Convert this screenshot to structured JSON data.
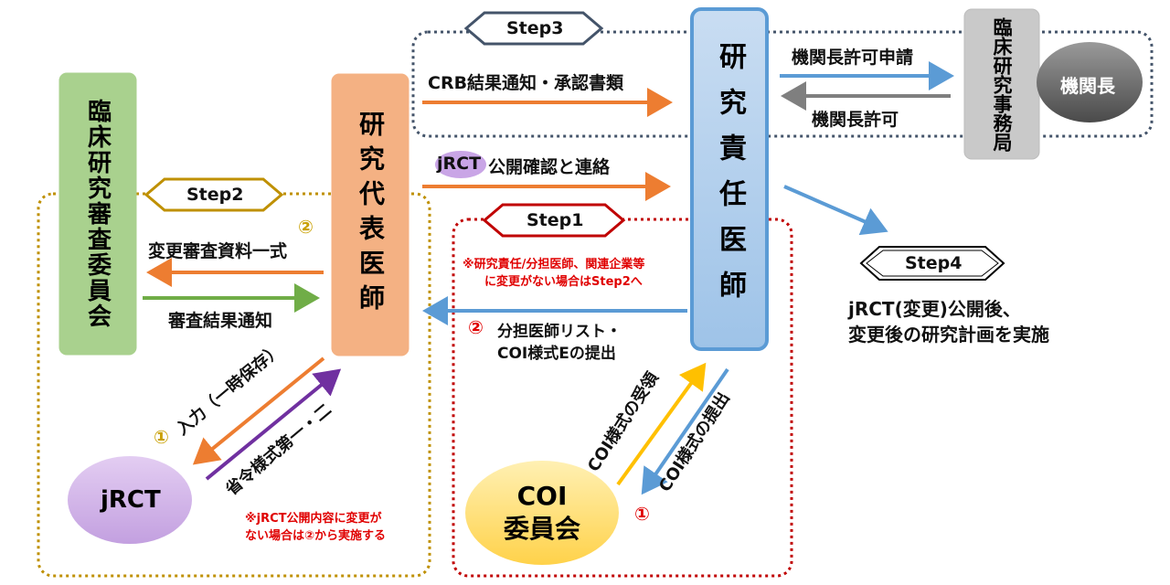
{
  "steps": {
    "step1": "Step1",
    "step2": "Step2",
    "step3": "Step3",
    "step4": "Step4"
  },
  "entities": {
    "committee": "臨床研究審査委員会",
    "representative_doctor": "研究代表医師",
    "responsible_doctor": "研究責任医師",
    "office": "臨床研究事務局",
    "director": "機関長",
    "jrct": "jRCT",
    "coi_line1": "COI",
    "coi_line2": "委員会"
  },
  "arrows": {
    "crb_notice": "CRB結果通知・承認書類",
    "director_request": "機関長許可申請",
    "director_permission": "機関長許可",
    "jrct_confirm_badge": "jRCT",
    "jrct_confirm_rest": "公開確認と連絡",
    "change_docs": "変更審査資料一式",
    "review_result": "審査結果通知",
    "list_submit_line1": "分担医師リスト・",
    "list_submit_line2": "COI様式Eの提出",
    "coi_receive": "COI様式の受領",
    "coi_submit": "COI様式の提出",
    "input_temp": "入力（一時保存）",
    "ministry_form": "省令様式第一・二"
  },
  "markers": {
    "circle1": "①",
    "circle2": "②"
  },
  "notes": {
    "step1_note_line1": "※研究責任/分担医師、関連企業等",
    "step1_note_line2": "に変更がない場合はStep2へ",
    "jrct_note_line1": "※jRCT公開内容に変更が",
    "jrct_note_line2": "ない場合は②から実施する",
    "step4_line1": "jRCT(変更)公開後、",
    "step4_line2": "変更後の研究計画を実施"
  },
  "colors": {
    "orange": "#ed7d31",
    "blue": "#5b9bd5",
    "green": "#70ad47",
    "gray": "#7f7f7f",
    "purple": "#7030a0",
    "yellow": "#ffc000",
    "red_dot": "#c00000",
    "gold_dot": "#bf9000",
    "navy_dot": "#44546a"
  }
}
